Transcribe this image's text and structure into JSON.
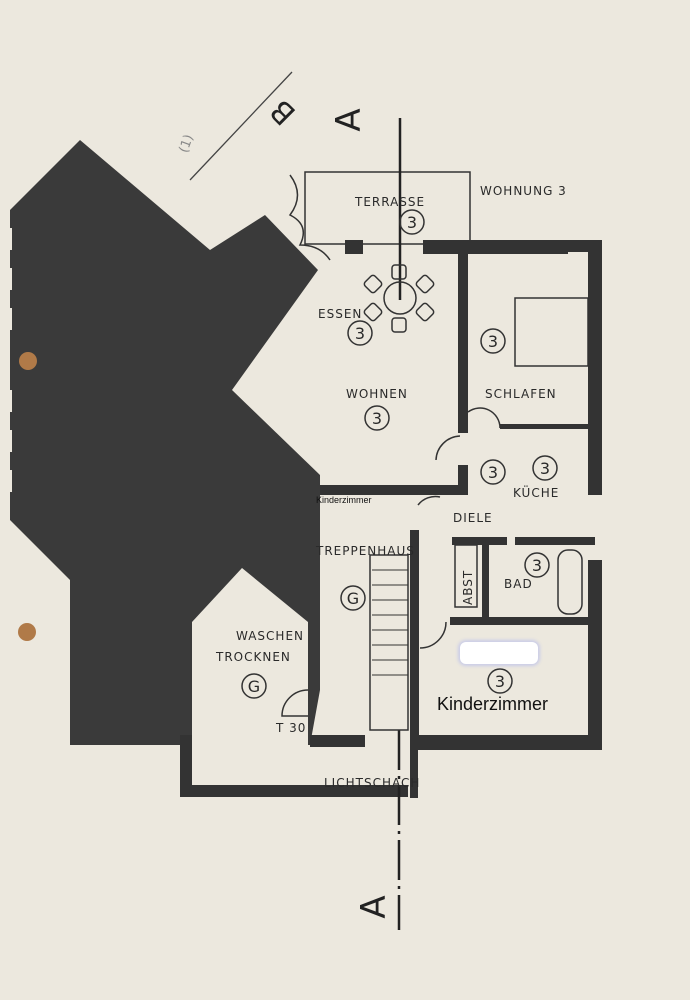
{
  "title": "WOHNUNG 3",
  "section_markers": {
    "a_top": "A",
    "a_bottom": "A",
    "b": "B",
    "axis": "(1)"
  },
  "rooms": {
    "terrasse": "TERRASSE",
    "essen": "ESSEN",
    "wohnen": "WOHNEN",
    "schlafen": "SCHLAFEN",
    "kueche": "KÜCHE",
    "diele": "DIELE",
    "treppenhaus": "TREPPENHAUS",
    "bad": "BAD",
    "abst": "ABST",
    "waschen": "WASCHEN",
    "trocknen": "TROCKNEN",
    "t30": "T 30",
    "lichtschacht": "LICHTSCHACH",
    "kinderzimmer": "Kinderzimmer",
    "kinderzimmer_small": "Kinderzimmer"
  },
  "unit_marker": "3",
  "common_marker": "G",
  "colors": {
    "paper": "#ece8de",
    "ink": "#333333"
  }
}
